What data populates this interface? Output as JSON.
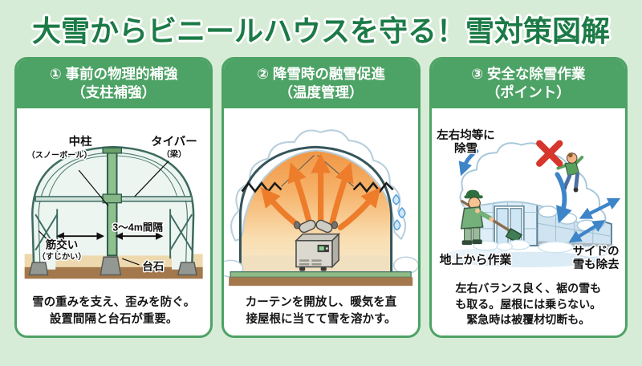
{
  "title": "大雪からビニールハウスを守る！雪対策図解",
  "colors": {
    "background": "#d7ecd7",
    "title_green": "#1b7a46",
    "panel_green": "#4da265",
    "frame_teal": "#3d6b60",
    "floor_tan": "#eed9ae",
    "ground_brown": "#a3784c",
    "arrow_orange": "#ed7d2b",
    "arrow_blue": "#3d85c8",
    "warning_red": "#d6362c"
  },
  "panels": [
    {
      "header_line1": "① 事前の物理的補強",
      "header_line2": "（支柱補強）",
      "caption_line1": "雪の重みを支え、歪みを防ぐ。",
      "caption_line2": "設置間隔と台石が重要。",
      "labels": {
        "pillar": "中柱",
        "pillar_sub": "（スノーボール）",
        "tiebar": "タイバー",
        "tiebar_sub": "（梁）",
        "spacing": "3〜4m間隔",
        "brace": "筋交い",
        "brace_sub": "（すじかい）",
        "basestone": "台石"
      }
    },
    {
      "header_line1": "② 降雪時の融雪促進",
      "header_line2": "（温度管理）",
      "caption_line1": "カーテンを開放し、暖気を直",
      "caption_line2": "接屋根に当てて雪を溶かす。"
    },
    {
      "header_line1": "③ 安全な除雪作業",
      "header_line2": "（ポイント）",
      "caption_line1": "左右バランス良く、裾の雪も",
      "caption_line2": "も取る。屋根には乗らない。",
      "caption_line3": "緊急時は被覆材切断も。",
      "labels": {
        "even_line1": "左右均等に",
        "even_line2": "除雪",
        "ground": "地上から作業",
        "side_line1": "サイドの",
        "side_line2": "雪も除去"
      }
    }
  ]
}
